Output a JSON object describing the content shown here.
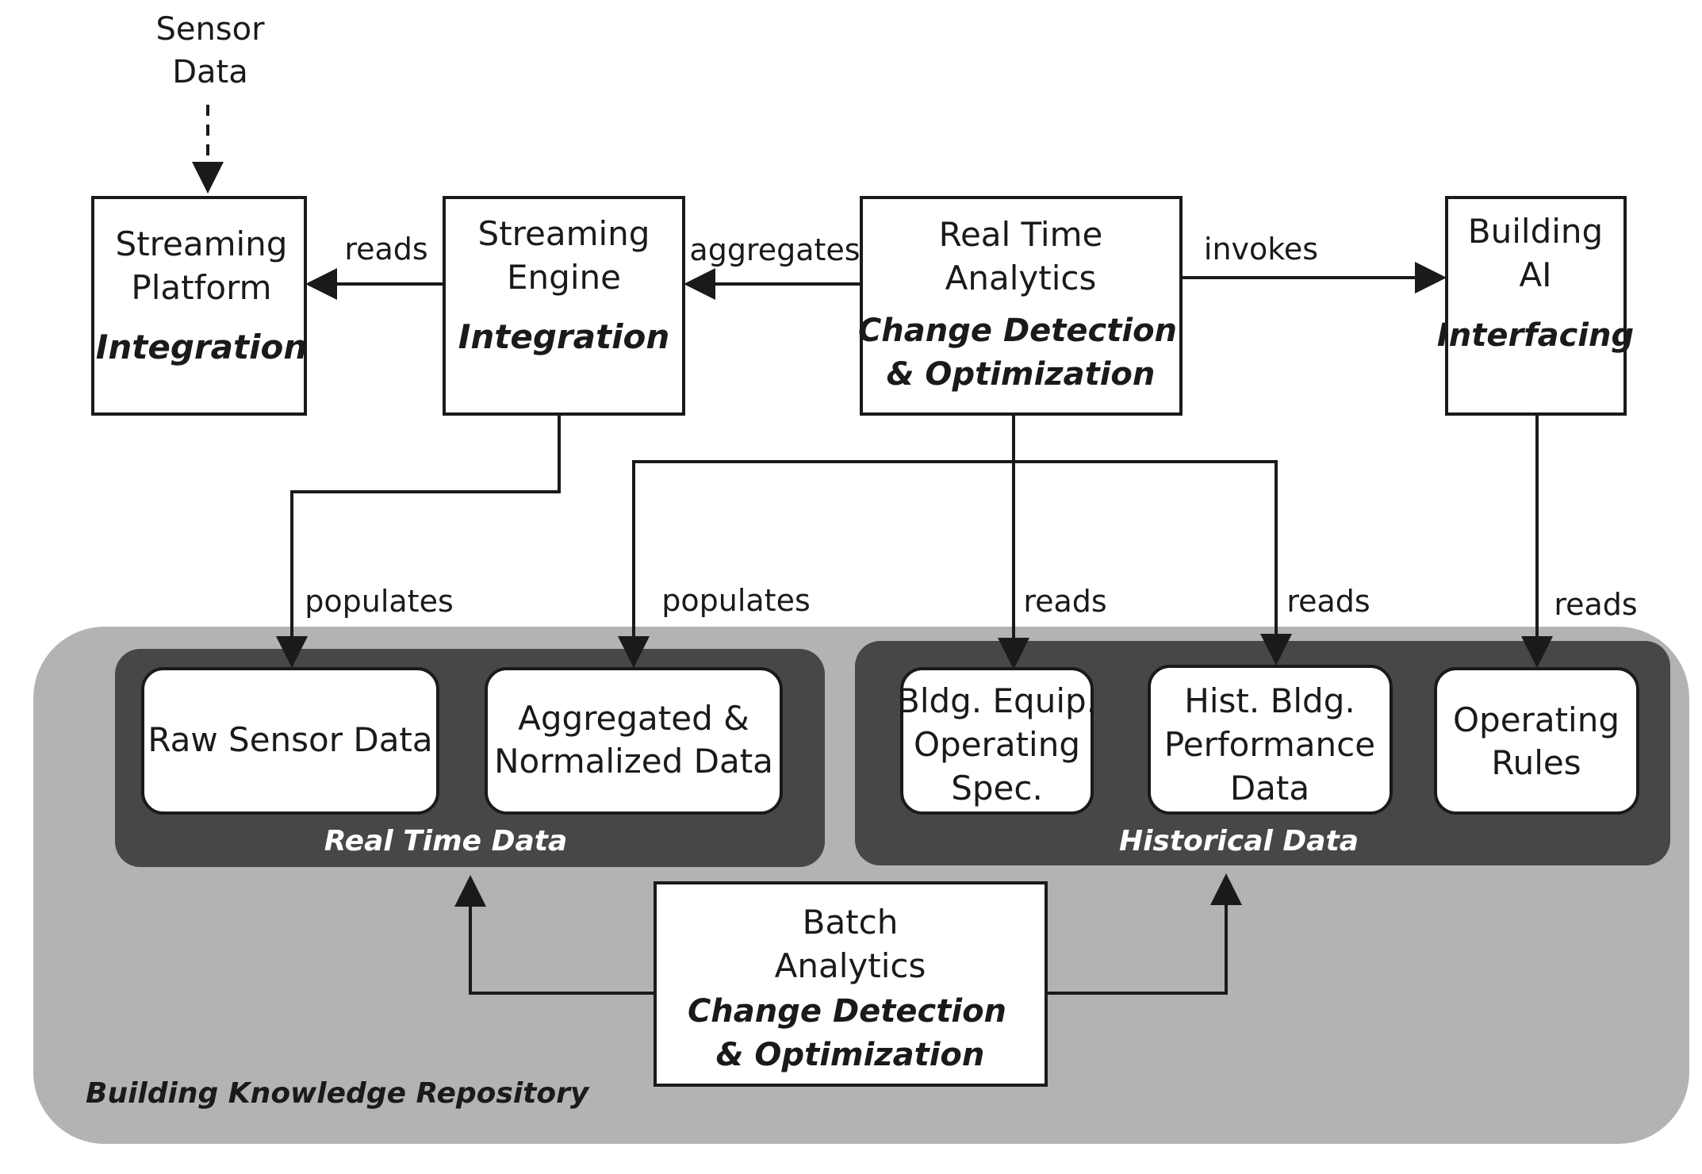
{
  "source": {
    "line1": "Sensor",
    "line2": "Data"
  },
  "nodes": {
    "streaming_platform": {
      "line1": "Streaming",
      "line2": "Platform",
      "role": "Integration"
    },
    "streaming_engine": {
      "line1": "Streaming",
      "line2": "Engine",
      "role": "Integration"
    },
    "real_time_analytics": {
      "line1": "Real Time",
      "line2": "Analytics",
      "role1": "Change Detection",
      "role2": "& Optimization"
    },
    "building_ai": {
      "line1": "Building",
      "line2": "AI",
      "role": "Interfacing"
    },
    "batch_analytics": {
      "line1": "Batch",
      "line2": "Analytics",
      "role1": "Change Detection",
      "role2": "& Optimization"
    }
  },
  "edges": {
    "engine_reads_platform": "reads",
    "analytics_aggregates": "aggregates",
    "analytics_invokes_ai": "invokes",
    "engine_populates_raw": "populates",
    "analytics_populates_aggregated": "populates",
    "analytics_reads_spec": "reads",
    "analytics_reads_hist": "reads",
    "ai_reads_rules": "reads"
  },
  "repository": {
    "title": "Building Knowledge Repository",
    "real_time_group": {
      "title": "Real Time Data",
      "raw_sensor": "Raw Sensor Data",
      "aggregated": {
        "line1": "Aggregated &",
        "line2": "Normalized Data"
      }
    },
    "historical_group": {
      "title": "Historical Data",
      "equip_spec": {
        "line1": "Bldg. Equip.",
        "line2": "Operating",
        "line3": "Spec."
      },
      "hist_perf": {
        "line1": "Hist. Bldg.",
        "line2": "Performance",
        "line3": "Data"
      },
      "operating_rules": {
        "line1": "Operating",
        "line2": "Rules"
      }
    }
  },
  "colors": {
    "repository": "#b3b3b3",
    "group": "#474747",
    "ink": "#1a1a1a"
  }
}
